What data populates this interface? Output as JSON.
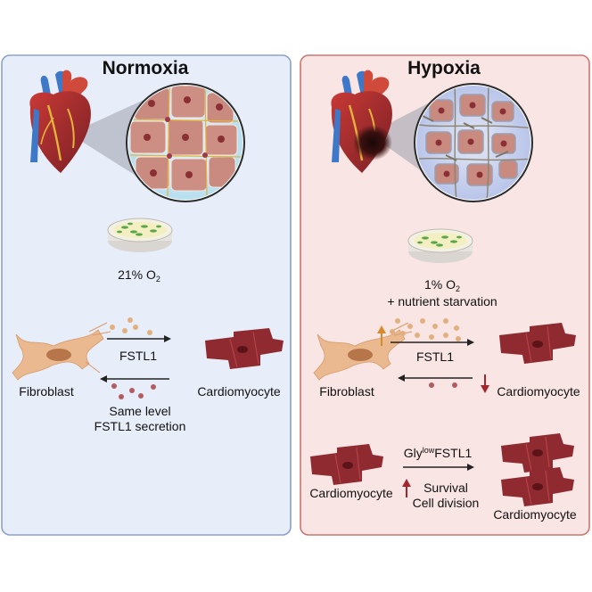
{
  "panels": {
    "normoxia": {
      "title": "Normoxia",
      "condition_prefix": "21% O",
      "condition_sub": "2",
      "secreted_label": "FSTL1",
      "left_cell": "Fibroblast",
      "right_cell": "Cardiomyocyte",
      "note_line1": "Same level",
      "note_line2": "FSTL1 secretion"
    },
    "hypoxia": {
      "title": "Hypoxia",
      "condition_prefix": "1% O",
      "condition_sub": "2",
      "condition_line2": "+ nutrient starvation",
      "secreted_label": "FSTL1",
      "left_cell": "Fibroblast",
      "right_cell": "Cardiomyocyte",
      "gly_prefix": "Gly",
      "gly_sup": "low",
      "gly_suffix": "FSTL1",
      "bottom_left_cell": "Cardiomyocyte",
      "bottom_right_cell": "Cardiomyocyte",
      "effect_line1": "Survival",
      "effect_line2": "Cell division"
    }
  },
  "colors": {
    "normoxia_bg": "#e8eef9",
    "normoxia_border": "#8aa0cf",
    "hypoxia_bg": "#f9e5e3",
    "hypoxia_border": "#cc7670",
    "fibroblast_dot": "#e2b07e",
    "cardio_dot": "#b65a62",
    "cardiomyocyte": "#8e2a30",
    "fibroblast": "#eab98f",
    "up_arrow": "#d7892f",
    "down_arrow": "#a3252e"
  },
  "icons": [
    "heart-icon",
    "tissue-icon",
    "petri-dish-icon",
    "fibroblast-icon",
    "cardiomyocyte-icon",
    "arrow-up-icon",
    "arrow-down-icon"
  ]
}
